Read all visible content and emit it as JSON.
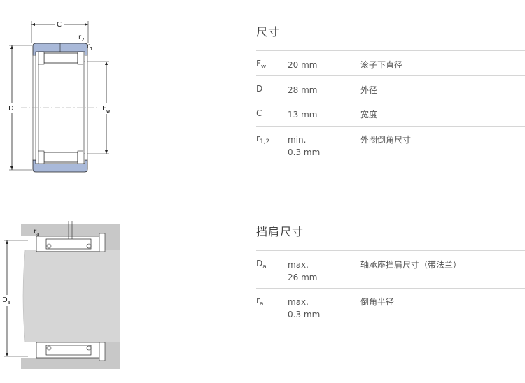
{
  "dimensions": {
    "title": "尺寸",
    "rows": [
      {
        "symbol": "F",
        "subscript": "w",
        "value": "20 mm",
        "value2": "",
        "description": "滚子下直径"
      },
      {
        "symbol": "D",
        "subscript": "",
        "value": "28 mm",
        "value2": "",
        "description": "外径"
      },
      {
        "symbol": "C",
        "subscript": "",
        "value": "13 mm",
        "value2": "",
        "description": "宽度"
      },
      {
        "symbol": "r",
        "subscript": "1,2",
        "value": "min.",
        "value2": "0.3 mm",
        "description": "外圈倒角尺寸"
      }
    ]
  },
  "abutment": {
    "title": "挡肩尺寸",
    "rows": [
      {
        "symbol": "D",
        "subscript": "a",
        "value": "max.",
        "value2": "26 mm",
        "description": "轴承座挡肩尺寸（带法兰）"
      },
      {
        "symbol": "r",
        "subscript": "a",
        "value": "max.",
        "value2": "0.3 mm",
        "description": "倒角半径"
      }
    ]
  },
  "drawing1": {
    "label_C": "C",
    "label_r": "r",
    "label_r2_sub": "2",
    "label_r1_sub": "1",
    "label_D": "D",
    "label_F": "F",
    "label_F_sub": "w"
  },
  "drawing2": {
    "label_r": "r",
    "label_r_sub": "a",
    "label_D": "D",
    "label_D_sub": "a"
  },
  "colors": {
    "bearing_fill": "#a9b9d9",
    "housing_fill": "#c8c8c8",
    "rule": "#d6d6d6"
  }
}
